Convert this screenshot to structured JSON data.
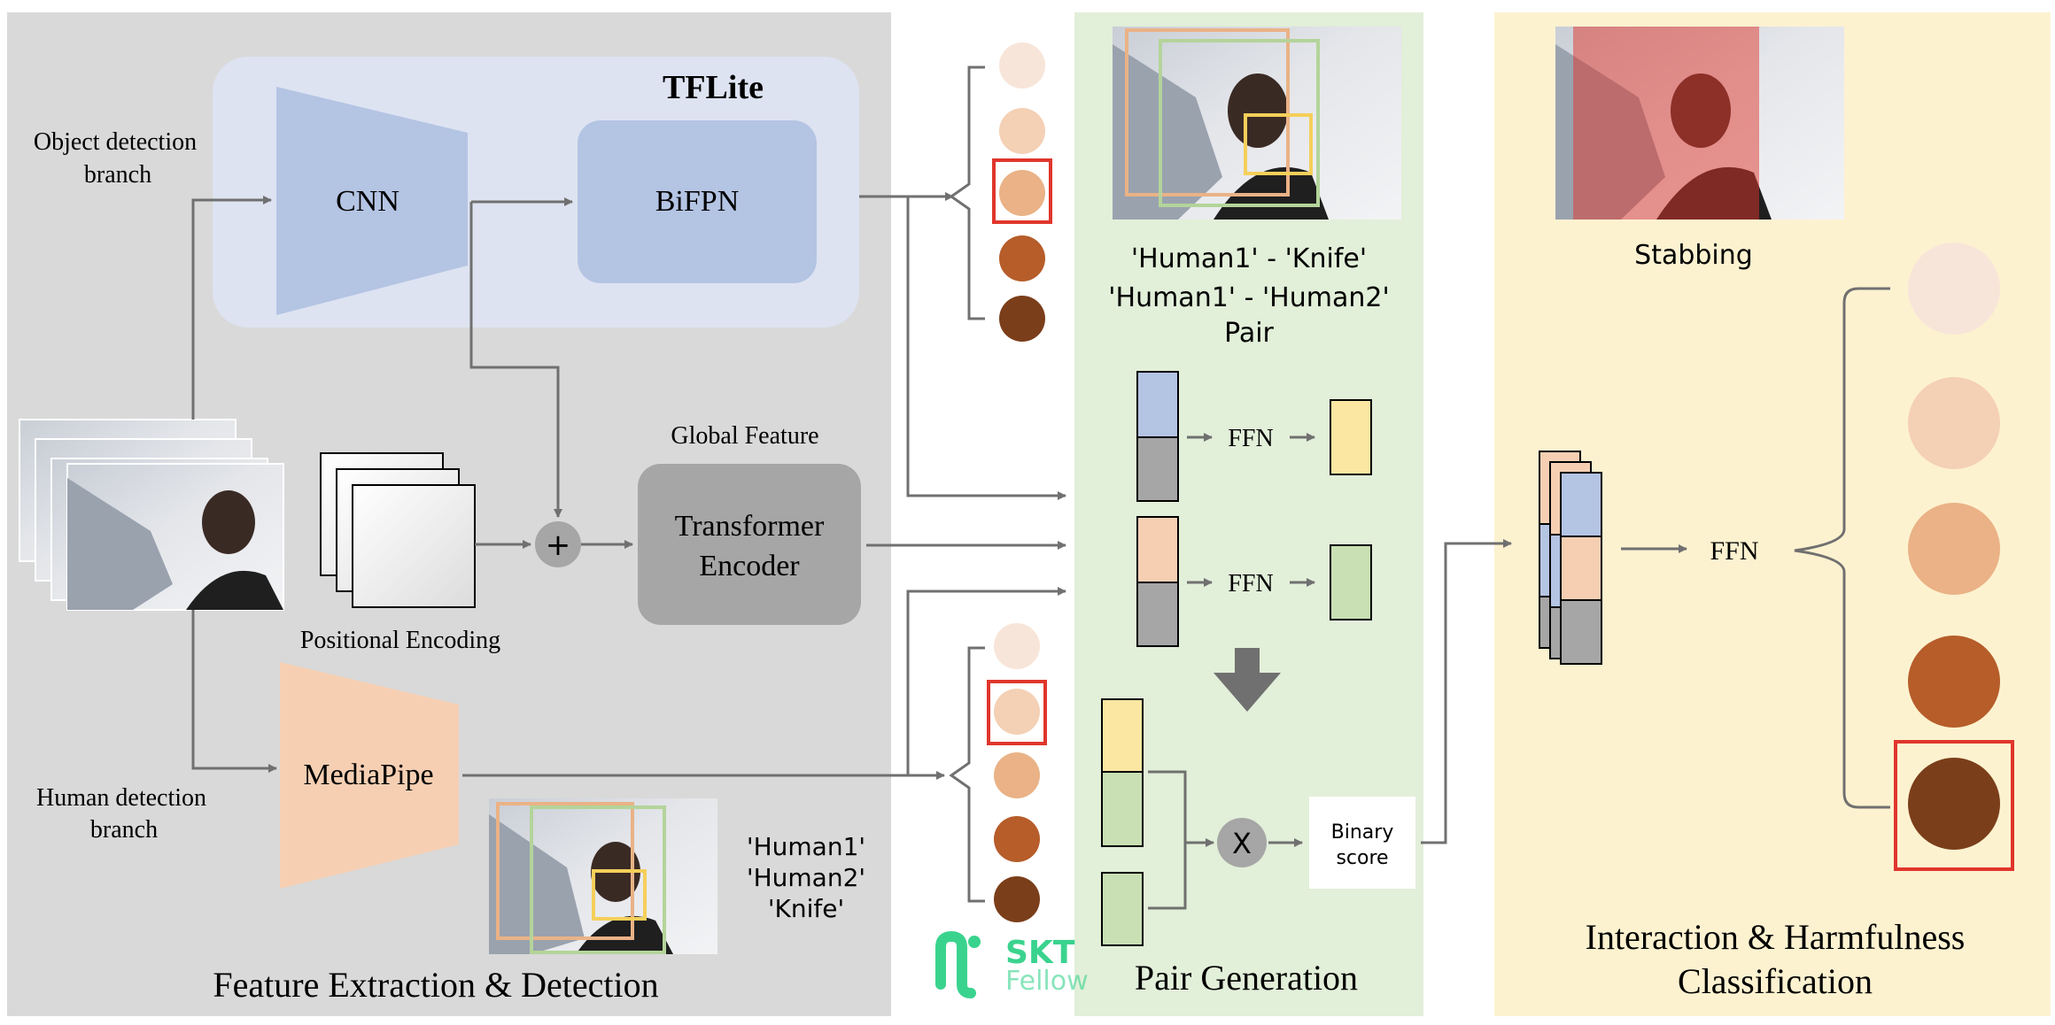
{
  "panels": {
    "feature_extraction": {
      "title": "Feature Extraction & Detection"
    },
    "pair_generation": {
      "title": "Pair Generation"
    },
    "classification": {
      "title_line1": "Interaction & Harmfulness",
      "title_line2": "Classification"
    }
  },
  "feature_extraction": {
    "tflite_label": "TFLite",
    "object_branch_line1": "Object detection",
    "object_branch_line2": "branch",
    "human_branch_line1": "Human detection",
    "human_branch_line2": "branch",
    "cnn_label": "CNN",
    "bifpn_label": "BiFPN",
    "global_feature_label": "Global Feature",
    "transformer_line1": "Transformer",
    "transformer_line2": "Encoder",
    "positional_encoding_label": "Positional Encoding",
    "plus_symbol": "+",
    "mediapipe_label": "MediaPipe",
    "detected_labels": [
      "'Human1'",
      "'Human2'",
      "'Knife'"
    ]
  },
  "pair_generation": {
    "pair_line1": "'Human1' - 'Knife'",
    "pair_line2": "'Human1' - 'Human2'",
    "pair_word": "Pair",
    "ffn_label": "FFN",
    "multiply_symbol": "X",
    "binary_score_line1": "Binary",
    "binary_score_line2": "score"
  },
  "classification": {
    "stabbing_label": "Stabbing",
    "ffn_label": "FFN"
  },
  "watermark": {
    "line1": "SKT",
    "line2": "Fellow"
  },
  "colors": {
    "panel_gray": "#d9d9d9",
    "panel_green": "#e2efd9",
    "panel_yellow": "#fdf2d0",
    "tflite_bg": "#dde3f1",
    "cnn_blue": "#b4c4e3",
    "transformer_gray": "#a6a6a6",
    "mediapipe_peach": "#f6cfb3",
    "arrow_gray": "#707070",
    "highlight_red": "#e0362c",
    "feature_blue": "#b4c4e3",
    "feature_gray": "#a6a6a6",
    "feature_peach": "#f6cfb3",
    "output_yellow": "#fbe6a2",
    "output_green": "#c8e0b4",
    "watermark_green": "#3ad38e"
  },
  "circle_palette": [
    "#f8e5d9",
    "#f4d0b5",
    "#eab286",
    "#b65d2a",
    "#7b3e1a"
  ]
}
